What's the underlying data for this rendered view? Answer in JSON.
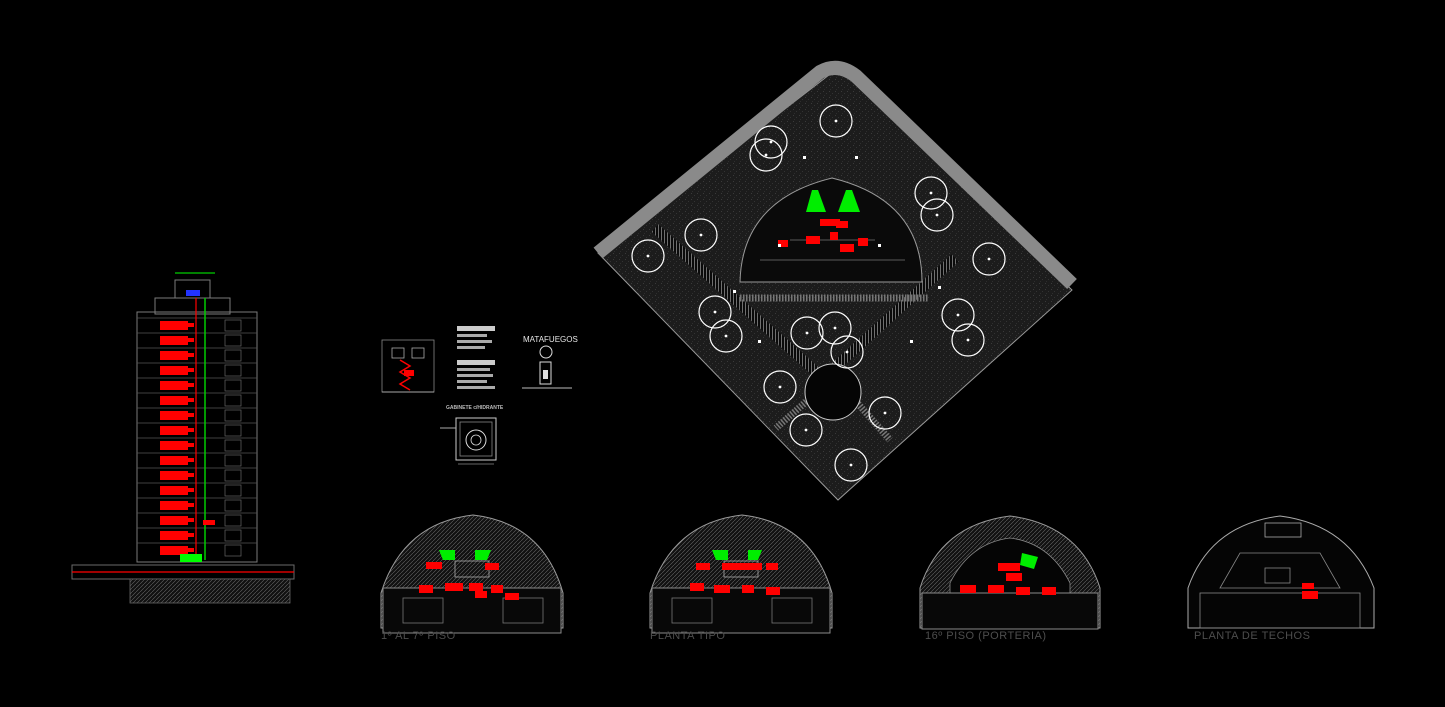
{
  "labels": {
    "matafuegos": "MATAFUEGOS",
    "gabinete": "GABINETE c/HIDRANTE",
    "plan1": "1º AL 7º PISO",
    "plan2": "PLANTA TIPO",
    "plan3": "16º PISO (PORTERIA)",
    "plan4": "PLANTA DE TECHOS"
  },
  "colors": {
    "background": "#000000",
    "linework": "#8a8a8a",
    "fire_equipment": "#ff0000",
    "hydrant": "#00ff00",
    "trees": "#ffffff",
    "label": "#4d4d4d"
  }
}
